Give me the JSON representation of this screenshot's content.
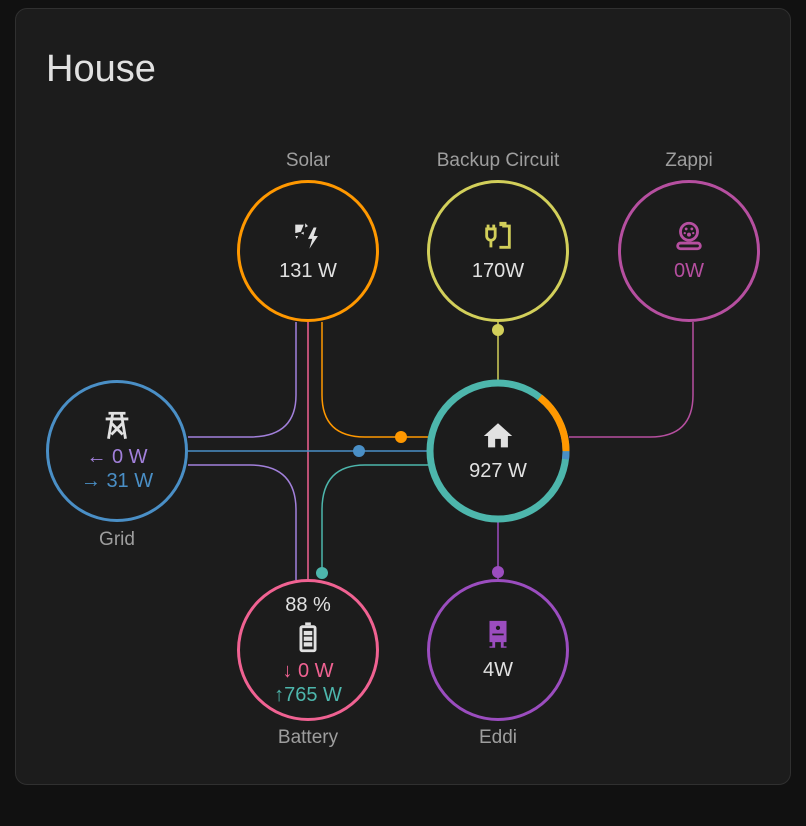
{
  "card": {
    "title": "House"
  },
  "solar": {
    "label": "Solar",
    "value": "131 W",
    "icon": "solar-power-icon",
    "color": "#ff9800"
  },
  "backup": {
    "label": "Backup Circuit",
    "value": "170W",
    "icon": "power-plug-battery-icon",
    "color": "#d2cf5a"
  },
  "zappi": {
    "label": "Zappi",
    "value": "0W",
    "icon": "ev-charger-icon",
    "color": "#b64fa0"
  },
  "grid": {
    "label": "Grid",
    "from_grid": "0 W",
    "to_grid": "31 W",
    "icon": "transmission-tower-icon",
    "color": "#4a8fc6",
    "return_color": "#a280db"
  },
  "home": {
    "value": "927 W",
    "icon": "home-icon",
    "color": "#4db6ac"
  },
  "battery": {
    "label": "Battery",
    "soc": "88 %",
    "charge": "0 W",
    "discharge": "765 W",
    "icon": "battery-icon",
    "color": "#f06292",
    "out_color": "#4db6ac"
  },
  "eddi": {
    "label": "Eddi",
    "value": "4W",
    "icon": "water-heater-icon",
    "color": "#9b4dbf"
  }
}
